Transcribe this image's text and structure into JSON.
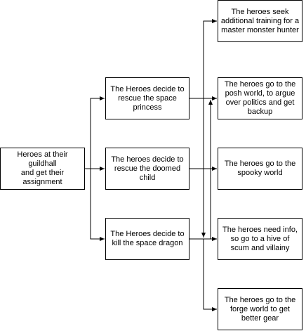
{
  "diagram": {
    "type": "flowchart",
    "colors": {
      "stroke": "#000000",
      "fill": "#ffffff",
      "text": "#000000"
    },
    "nodes": {
      "start": "Heroes at their guildhall\nand get their assignment",
      "princess": "The Heroes decide to rescue the space princess",
      "child": "The heroes decide to rescue the doomed child",
      "dragon": "The Heroes decide to kill the space dragon",
      "training": "The heroes seek additional training for a master monster hunter",
      "posh": "The heroes go to the posh world, to argue over politics and get backup",
      "spooky": "The heroes go to the spooky world",
      "hive": "The heroes need info, so go to a hive of scum and villainy",
      "forge": "The heroes go to the forge world to get better gear"
    }
  }
}
